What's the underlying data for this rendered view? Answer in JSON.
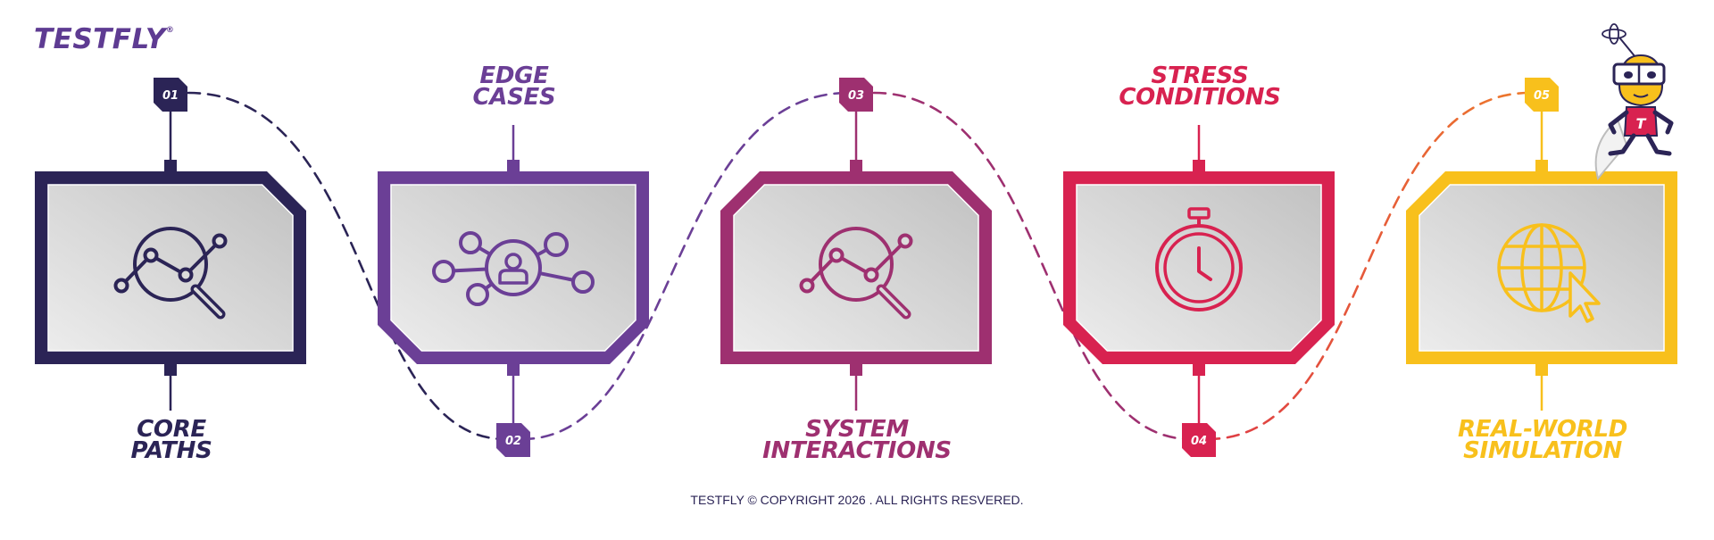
{
  "brand": {
    "name": "TESTFLY",
    "mark": "®"
  },
  "colors": {
    "navy": "#2b2456",
    "purple": "#6b3f96",
    "magenta": "#9e3070",
    "crimson": "#d82250",
    "yellow": "#f8c01c",
    "orange": "#ee7d2b",
    "panel_light": "#ececec",
    "panel_dark": "#c2c2c2"
  },
  "steps": [
    {
      "number": "01",
      "label_lines": [
        "CORE",
        "PATHS"
      ],
      "icon": "magnifier-chart-icon",
      "color": "#2b2456"
    },
    {
      "number": "02",
      "label_lines": [
        "EDGE",
        "CASES"
      ],
      "icon": "user-network-icon",
      "color": "#6b3f96"
    },
    {
      "number": "03",
      "label_lines": [
        "SYSTEM",
        "INTERACTIONS"
      ],
      "icon": "magnifier-chart-icon",
      "color": "#9e3070"
    },
    {
      "number": "04",
      "label_lines": [
        "STRESS",
        "CONDITIONS"
      ],
      "icon": "stopwatch-icon",
      "color": "#d82250"
    },
    {
      "number": "05",
      "label_lines": [
        "REAL-WORLD",
        "SIMULATION"
      ],
      "icon": "globe-cursor-icon",
      "color": "#f8c01c"
    }
  ],
  "mascot": {
    "icon": "mascot-icon",
    "badge": "T"
  },
  "footer": {
    "text": "TESTFLY © COPYRIGHT 2026 . ALL RIGHTS RESVERED."
  }
}
